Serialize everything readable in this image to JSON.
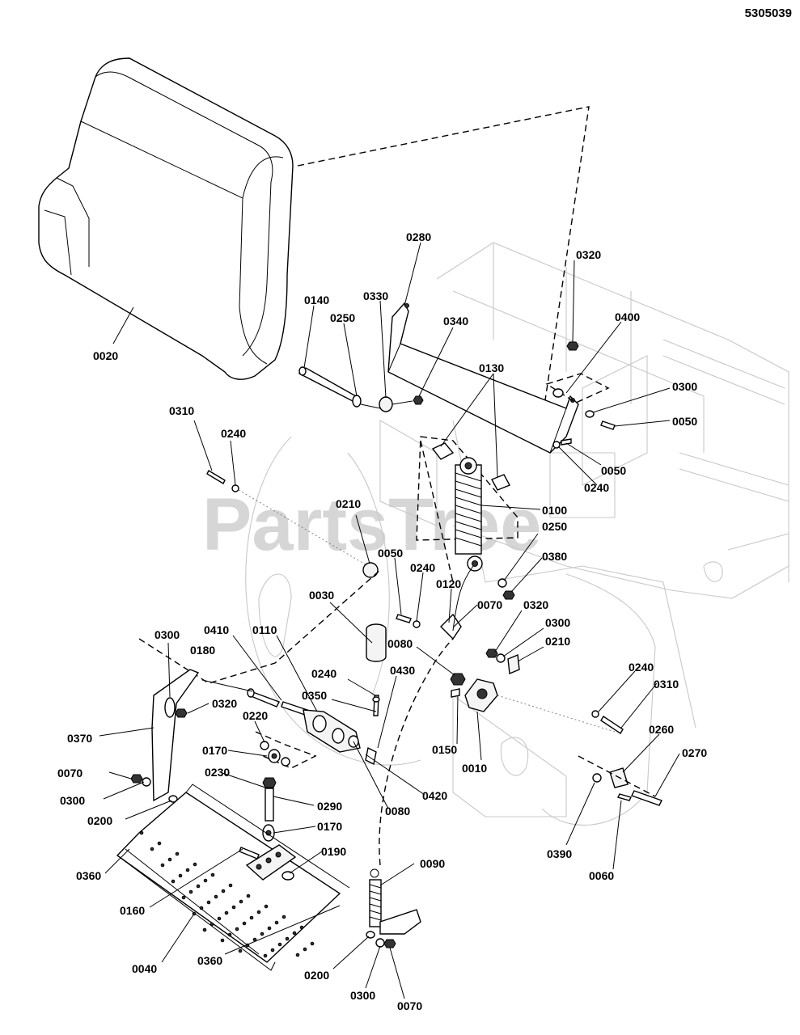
{
  "document_number": "5305039",
  "watermark": "PartsTree",
  "callouts": [
    {
      "id": "c-0020",
      "text": "0020"
    },
    {
      "id": "c-0280",
      "text": "0280"
    },
    {
      "id": "c-0320a",
      "text": "0320"
    },
    {
      "id": "c-0140",
      "text": "0140"
    },
    {
      "id": "c-0330",
      "text": "0330"
    },
    {
      "id": "c-0250a",
      "text": "0250"
    },
    {
      "id": "c-0340",
      "text": "0340"
    },
    {
      "id": "c-0400",
      "text": "0400"
    },
    {
      "id": "c-0130",
      "text": "0130"
    },
    {
      "id": "c-0300a",
      "text": "0300"
    },
    {
      "id": "c-0050a",
      "text": "0050"
    },
    {
      "id": "c-0050b",
      "text": "0050"
    },
    {
      "id": "c-0240a",
      "text": "0240"
    },
    {
      "id": "c-0310a",
      "text": "0310"
    },
    {
      "id": "c-0240b",
      "text": "0240"
    },
    {
      "id": "c-0100",
      "text": "0100"
    },
    {
      "id": "c-0250b",
      "text": "0250"
    },
    {
      "id": "c-0210a",
      "text": "0210"
    },
    {
      "id": "c-0380",
      "text": "0380"
    },
    {
      "id": "c-0050c",
      "text": "0050"
    },
    {
      "id": "c-0240c",
      "text": "0240"
    },
    {
      "id": "c-0120",
      "text": "0120"
    },
    {
      "id": "c-0030",
      "text": "0030"
    },
    {
      "id": "c-0070a",
      "text": "0070"
    },
    {
      "id": "c-0320b",
      "text": "0320"
    },
    {
      "id": "c-0300b",
      "text": "0300"
    },
    {
      "id": "c-0210b",
      "text": "0210"
    },
    {
      "id": "c-0300c",
      "text": "0300"
    },
    {
      "id": "c-0410",
      "text": "0410"
    },
    {
      "id": "c-0110",
      "text": "0110"
    },
    {
      "id": "c-0080a",
      "text": "0080"
    },
    {
      "id": "c-0180",
      "text": "0180"
    },
    {
      "id": "c-0240d",
      "text": "0240"
    },
    {
      "id": "c-0430",
      "text": "0430"
    },
    {
      "id": "c-0350",
      "text": "0350"
    },
    {
      "id": "c-0240e",
      "text": "0240"
    },
    {
      "id": "c-0310b",
      "text": "0310"
    },
    {
      "id": "c-0320c",
      "text": "0320"
    },
    {
      "id": "c-0220",
      "text": "0220"
    },
    {
      "id": "c-0150",
      "text": "0150"
    },
    {
      "id": "c-0370",
      "text": "0370"
    },
    {
      "id": "c-0260",
      "text": "0260"
    },
    {
      "id": "c-0270",
      "text": "0270"
    },
    {
      "id": "c-0170a",
      "text": "0170"
    },
    {
      "id": "c-0010",
      "text": "0010"
    },
    {
      "id": "c-0070b",
      "text": "0070"
    },
    {
      "id": "c-0230",
      "text": "0230"
    },
    {
      "id": "c-0420",
      "text": "0420"
    },
    {
      "id": "c-0300d",
      "text": "0300"
    },
    {
      "id": "c-0290",
      "text": "0290"
    },
    {
      "id": "c-0080b",
      "text": "0080"
    },
    {
      "id": "c-0200a",
      "text": "0200"
    },
    {
      "id": "c-0170b",
      "text": "0170"
    },
    {
      "id": "c-0390",
      "text": "0390"
    },
    {
      "id": "c-0190",
      "text": "0190"
    },
    {
      "id": "c-0060",
      "text": "0060"
    },
    {
      "id": "c-0360a",
      "text": "0360"
    },
    {
      "id": "c-0090",
      "text": "0090"
    },
    {
      "id": "c-0160",
      "text": "0160"
    },
    {
      "id": "c-0040",
      "text": "0040"
    },
    {
      "id": "c-0360b",
      "text": "0360"
    },
    {
      "id": "c-0200b",
      "text": "0200"
    },
    {
      "id": "c-0300e",
      "text": "0300"
    },
    {
      "id": "c-0070c",
      "text": "0070"
    }
  ]
}
